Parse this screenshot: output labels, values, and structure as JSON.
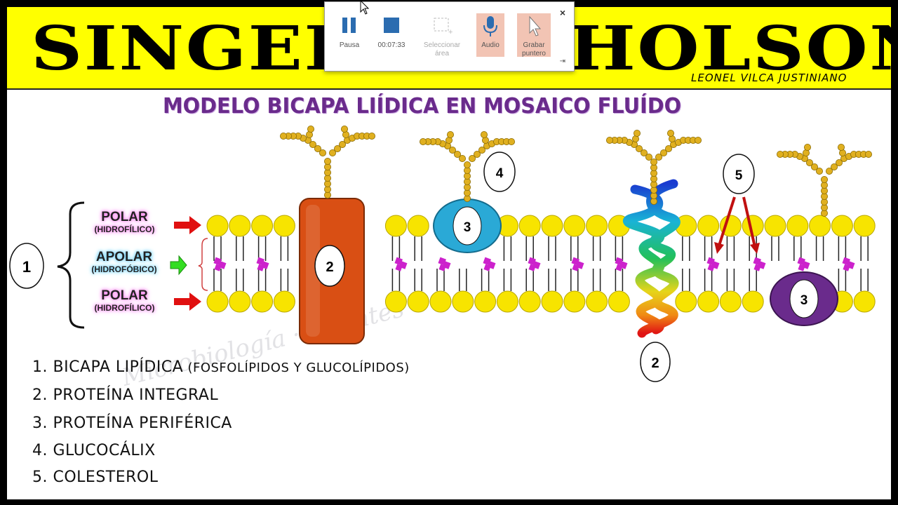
{
  "header": {
    "title_left": "SINGER",
    "title_right": "HOLSON",
    "author": "LEONEL VILCA JUSTINIANO"
  },
  "subtitle": "MODELO BICAPA LIÍDICA EN MOSAICO FLUÍDO",
  "recorder": {
    "pause_label": "Pausa",
    "timer": "00:07:33",
    "select_area_label": "Seleccionar área",
    "audio_label": "Audio",
    "record_pointer_label": "Grabar puntero",
    "close_glyph": "×",
    "pin_glyph": "⇥"
  },
  "layers": {
    "top_polar": {
      "main": "POLAR",
      "sub": "(HIDROFÍLICO)"
    },
    "apolar": {
      "main": "APOLAR",
      "sub": "(HIDROFÓBICO)"
    },
    "bottom_polar": {
      "main": "POLAR",
      "sub": "(HIDROFÍLICO)"
    }
  },
  "markers": {
    "m1": "1",
    "m2a": "2",
    "m2b": "2",
    "m3a": "3",
    "m3b": "3",
    "m4": "4",
    "m5": "5"
  },
  "legend": [
    {
      "text": "1. BICAPA LIPÍDICA",
      "extra": " (FOSFOLÍPIDOS Y GLUCOLÍPIDOS)"
    },
    {
      "text": "2. PROTEÍNA INTEGRAL",
      "extra": ""
    },
    {
      "text": "3. PROTEÍNA PERIFÉRICA",
      "extra": ""
    },
    {
      "text": "4. GLUCOCÁLIX",
      "extra": ""
    },
    {
      "text": "5. COLESTEROL",
      "extra": ""
    }
  ],
  "watermark": "Microbiología · Apuntes",
  "colors": {
    "banner": "#ffff00",
    "head": "#f7e400",
    "head_stroke": "#b8a600",
    "integral_protein": "#d94f14",
    "peripheral_top": "#2aa9d6",
    "peripheral_bottom": "#6a2b8c",
    "glyco": "#e0b020",
    "cholesterol": "#cc22cc",
    "arrow_red": "#e01010",
    "arrow_green": "#33dd22"
  }
}
